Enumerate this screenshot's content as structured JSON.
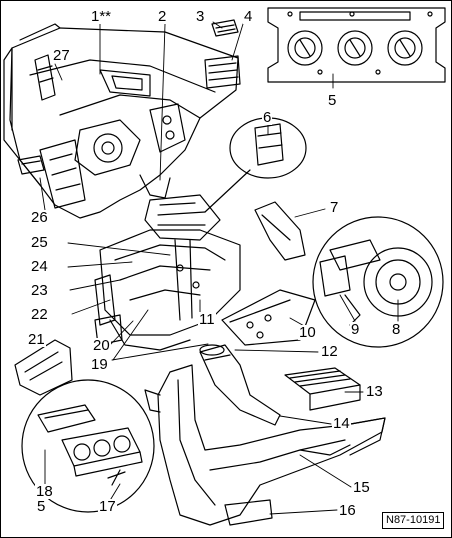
{
  "figure": {
    "reference_code": "N87-10191",
    "callouts": {
      "c1": "1**",
      "c2": "2",
      "c3": "3",
      "c4": "4",
      "c5a": "5",
      "c5b": "5",
      "c6": "6",
      "c7": "7",
      "c8": "8",
      "c9": "9",
      "c10": "10",
      "c11": "11",
      "c12": "12",
      "c13": "13",
      "c14": "14",
      "c15": "15",
      "c16": "16",
      "c17": "17",
      "c18": "18",
      "c19": "19",
      "c20": "20",
      "c21": "21",
      "c22": "22",
      "c23": "23",
      "c24": "24",
      "c25": "25",
      "c26": "26",
      "c27": "27"
    }
  }
}
